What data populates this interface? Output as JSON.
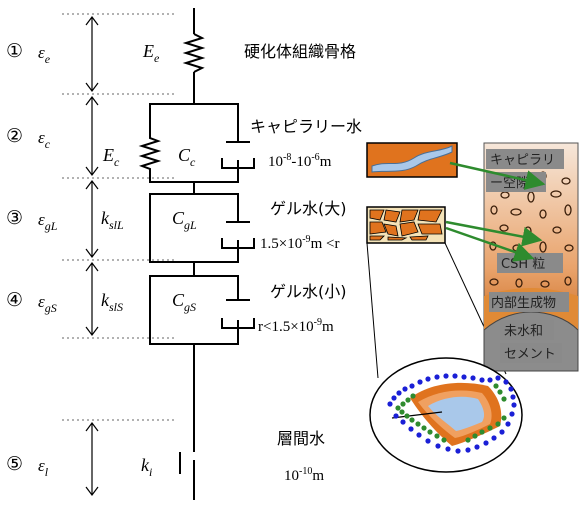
{
  "layers": [
    {
      "num": "①",
      "strain": "ε",
      "strain_sub": "e",
      "element": "E",
      "element_sub": "e",
      "desc": "硬化体組織骨格"
    },
    {
      "num": "②",
      "strain": "ε",
      "strain_sub": "c",
      "element": "E",
      "element_sub": "c",
      "damper": "C",
      "damper_sub": "c",
      "desc": "キャピラリー水",
      "size_a": "10",
      "size_a_sup": "-8",
      "size_sep": "-10",
      "size_b_sup": "-6",
      "size_unit": "m"
    },
    {
      "num": "③",
      "strain": "ε",
      "strain_sub": "gL",
      "element": "k",
      "element_sub": "slL",
      "damper": "C",
      "damper_sub": "gL",
      "desc": "ゲル水(大)",
      "size_pre": "1.5×10",
      "size_sup": "-9",
      "size_post": "m <r"
    },
    {
      "num": "④",
      "strain": "ε",
      "strain_sub": "gS",
      "element": "k",
      "element_sub": "slS",
      "damper": "C",
      "damper_sub": "gS",
      "desc": "ゲル水(小)",
      "size_pre": "r<1.5×10",
      "size_sup": "-9",
      "size_post": "m"
    },
    {
      "num": "⑤",
      "strain": "ε",
      "strain_sub": "l",
      "element": "k",
      "element_sub": "i",
      "desc": "層間水",
      "size_pre": "10",
      "size_sup": "-10",
      "size_post": "m"
    }
  ],
  "panel_labels": {
    "capillary_a": "キャピラリ",
    "capillary_b": "ー空隙",
    "csh": "CSH 粒",
    "inner": "内部生成物",
    "unhydrated_a": "未水和",
    "unhydrated_b": "セメント"
  },
  "colors": {
    "orange": "#e0731e",
    "orange_light": "#f0a060",
    "water": "#a9c8ea",
    "green": "#2e8b2e",
    "blue": "#1a1fd6",
    "grey": "#8a8a8a"
  }
}
